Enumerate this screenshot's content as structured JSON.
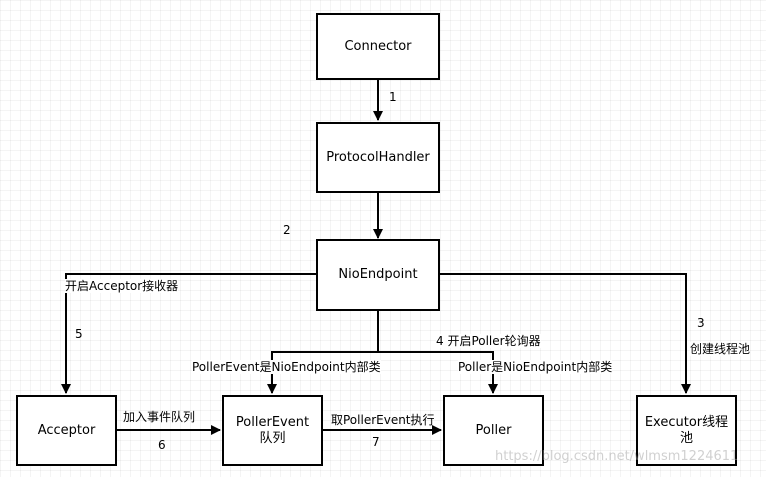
{
  "nodes": {
    "connector": "Connector",
    "protocol_handler": "ProtocolHandler",
    "nio_endpoint": "NioEndpoint",
    "acceptor": "Acceptor",
    "poller_event_queue": "PollerEvent\n队列",
    "poller": "Poller",
    "executor": "Executor线程\n池"
  },
  "edges": {
    "step1": "1",
    "step2": "2",
    "acceptor_start": "开启Acceptor接收器",
    "step5": "5",
    "step4_poller_start": "4  开启Poller轮询器",
    "step3": "3",
    "create_pool": "创建线程池",
    "pollerevent_inner": "PollerEvent是NioEndpoint内部类",
    "poller_inner": "Poller是NioEndpoint内部类",
    "add_event_queue": "加入事件队列",
    "step6": "6",
    "take_pollerevent": "取PollerEvent执行",
    "step7": "7"
  },
  "watermark": "https://blog.csdn.net/wlmsm1224611"
}
